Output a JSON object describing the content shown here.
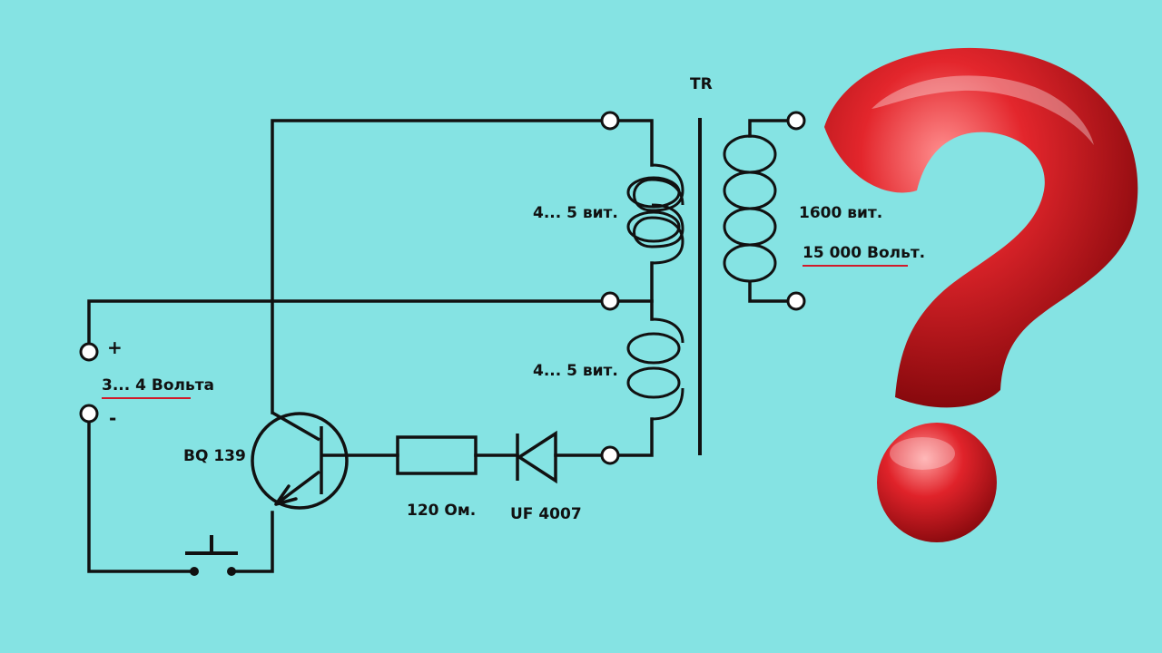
{
  "colors": {
    "background": "#85e3e3",
    "wire": "#111111",
    "underline": "#d11a2a",
    "question_mark": "#d8141e"
  },
  "labels": {
    "transformer": "TR",
    "primary_top_turns": "4... 5 вит.",
    "primary_bottom_turns": "4... 5 вит.",
    "secondary_turns": "1600 вит.",
    "output_voltage": "15 000 Вольт.",
    "supply_plus": "+",
    "supply_minus": "-",
    "supply_voltage": "3... 4 Вольта",
    "transistor": "BQ 139",
    "resistor": "120 Ом.",
    "diode": "UF 4007"
  },
  "decoration": {
    "icon": "question-mark-icon"
  }
}
